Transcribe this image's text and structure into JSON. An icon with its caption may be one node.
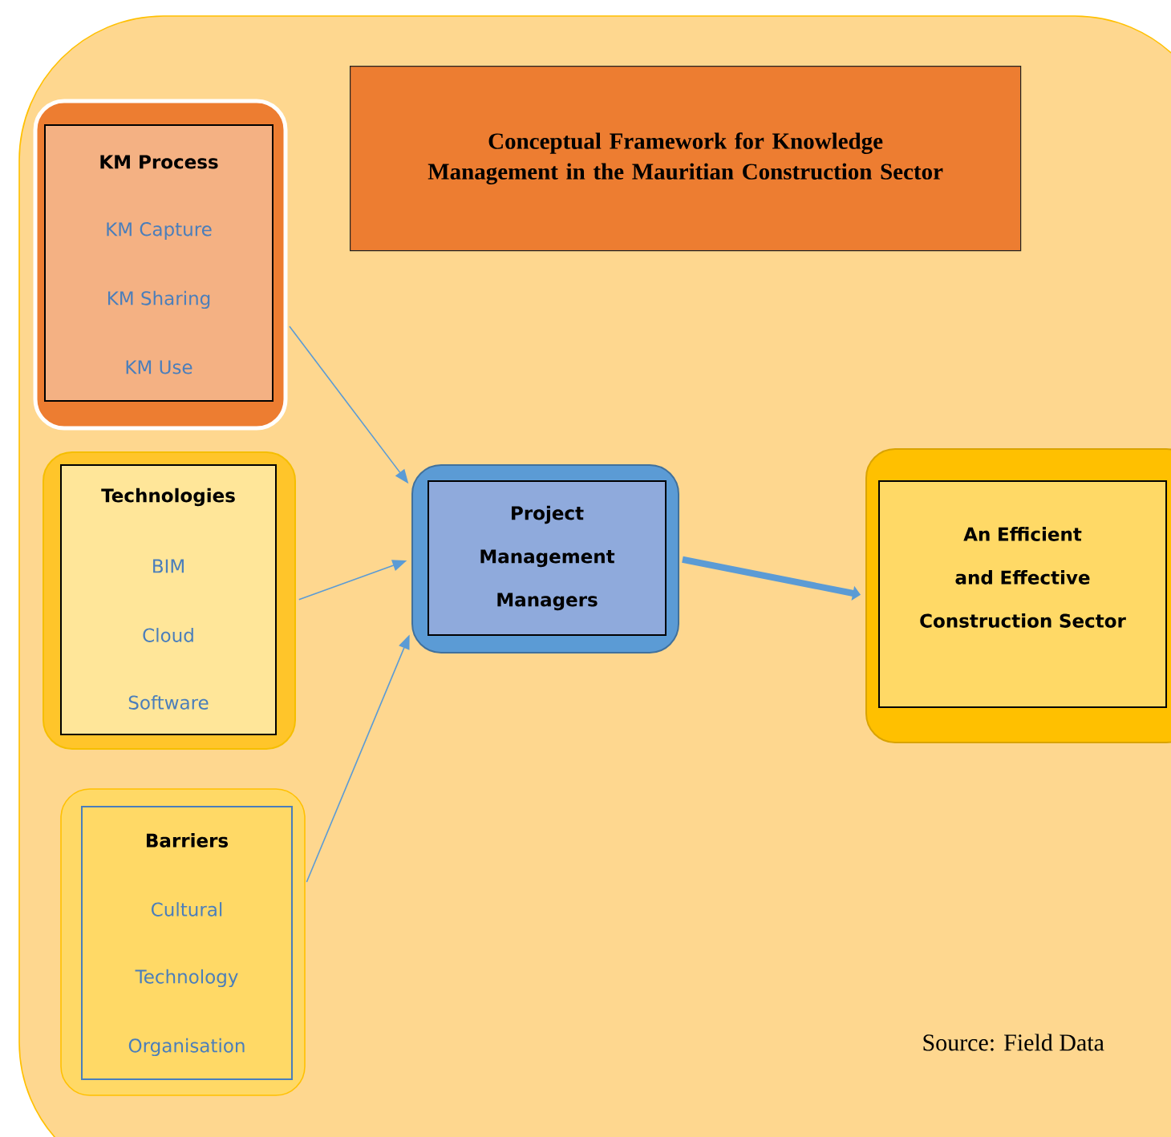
{
  "diagram": {
    "title": "Conceptual Framework for Knowledge Management in the Mauritian Construction Sector",
    "nodes": [
      {
        "text": [
          "KM Process",
          "KM Capture",
          "KM Sharing",
          "KM Use"
        ]
      },
      {
        "text": [
          "Technologies",
          "BIM",
          "Cloud",
          "Software"
        ]
      },
      {
        "text": [
          "Barriers",
          "Cultural",
          "Technology",
          "Organisation"
        ]
      },
      {
        "text": [
          "Project Management Managers"
        ]
      },
      {
        "text": [
          "An Efficient and Effective Construction Sector"
        ]
      }
    ],
    "edges": [
      {
        "from": 0,
        "to": 3,
        "arrow": "to"
      },
      {
        "from": 1,
        "to": 3,
        "arrow": "to"
      },
      {
        "from": 2,
        "to": 3,
        "arrow": "to"
      },
      {
        "from": 3,
        "to": 4,
        "arrow": "to",
        "style": "thick"
      }
    ],
    "labels": [
      "Source: Field Data"
    ]
  }
}
